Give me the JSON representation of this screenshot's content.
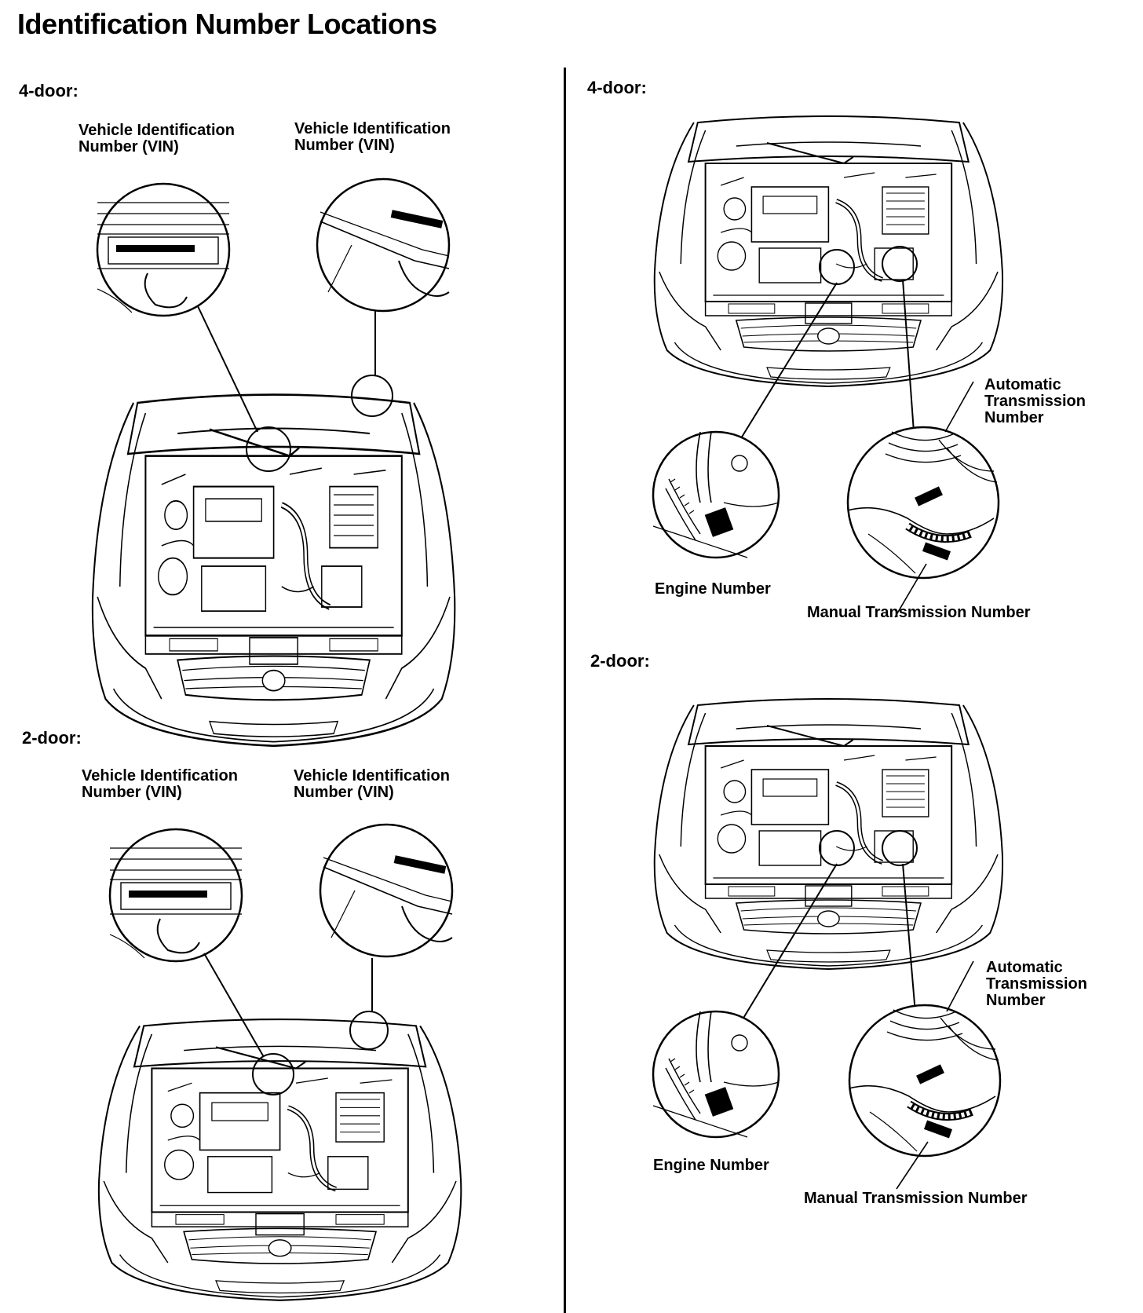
{
  "page": {
    "title": "Identification Number Locations"
  },
  "left": {
    "four_door": {
      "heading": "4-door:",
      "label_vin_1": [
        "Vehicle Identification",
        "Number (VIN)"
      ],
      "label_vin_2": [
        "Vehicle Identification",
        "Number (VIN)"
      ]
    },
    "two_door": {
      "heading": "2-door:",
      "label_vin_1": [
        "Vehicle Identification",
        "Number (VIN)"
      ],
      "label_vin_2": [
        "Vehicle Identification",
        "Number (VIN)"
      ]
    }
  },
  "right": {
    "four_door": {
      "heading": "4-door:",
      "label_atm": [
        "Automatic",
        "Transmission",
        "Number"
      ],
      "label_engine": "Engine Number",
      "label_mtm": "Manual Transmission Number"
    },
    "two_door": {
      "heading": "2-door:",
      "label_atm": [
        "Automatic",
        "Transmission",
        "Number"
      ],
      "label_engine": "Engine Number",
      "label_mtm": "Manual Transmission Number"
    }
  },
  "icons": {
    "car": "car-front-engine-bay-icon",
    "vin_detail": "vin-plate-detail-icon",
    "engine_detail": "engine-number-detail-icon",
    "transmission_detail": "transmission-number-detail-icon"
  }
}
